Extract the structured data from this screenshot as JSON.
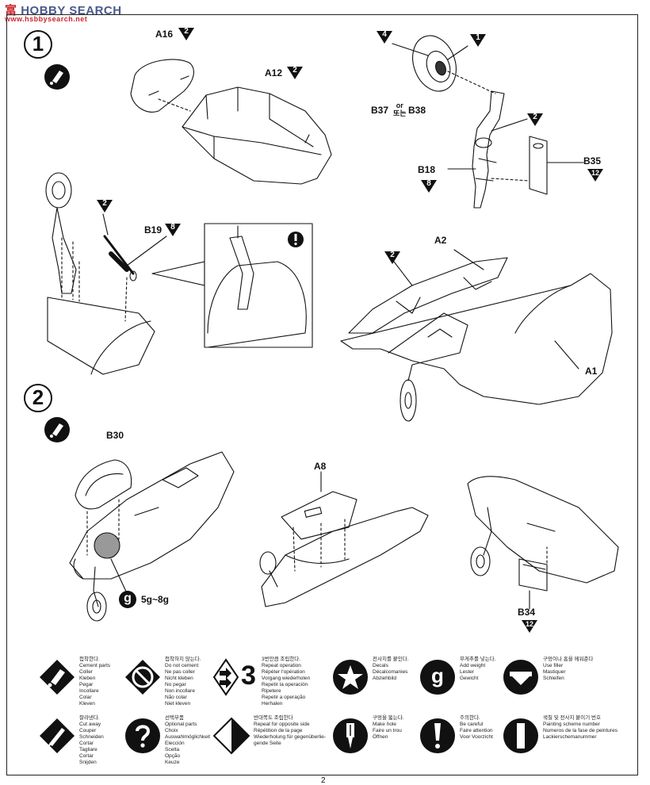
{
  "watermark": {
    "cn": "富",
    "en": "HOBBY SEARCH",
    "url": "www.hsbbysearch.net"
  },
  "steps": [
    {
      "number": "1"
    },
    {
      "number": "2"
    }
  ],
  "parts": {
    "a16": "A16",
    "a16_qty": "2",
    "a12": "A12",
    "a12_qty": "2",
    "b37": "B37",
    "or_en": "or",
    "or_kr": "또는",
    "b38": "B38",
    "qty4": "4",
    "qty1": "1",
    "b18": "B18",
    "b18_qty": "8",
    "b35": "B35",
    "b35_qty": "12",
    "wheel_qty": "2",
    "strut_qty": "2",
    "b19": "B19",
    "b19_qty": "8",
    "a2": "A2",
    "a2_qty": "2",
    "a1": "A1",
    "b30": "B30",
    "weight_badge": "g",
    "weight_range": "5g~8g",
    "a8": "A8",
    "b34": "B34",
    "b34_qty": "12"
  },
  "legend": [
    {
      "icon": "cement-icon",
      "text": "접착한다.\nCement parts\nColler\nKleben\nPegar\nIncollare\nColar\nKleven"
    },
    {
      "icon": "no-cement-icon",
      "text": "접착하지 않는다.\nDo not cement\nNe pas coller\nNicht kleben\nNo pegar\nNon incollare\nNão colar\nNiet kleven"
    },
    {
      "icon": "repeat-icon",
      "number": "3",
      "text": "3번만큼 조립한다.\nRepeat operation\nRépéter l'opération\nVorgang wiederholen\nRepetir la operación\nRipetere\nRepetir a operação\nHerhalen"
    },
    {
      "icon": "decal-star-icon",
      "text": "전사지를 붙인다.\nDecals\nDécalcomanies\nAbziehbild"
    },
    {
      "icon": "weight-g-icon",
      "letter": "g",
      "text": "무게추를 넣는다.\nAdd weight\nLester\nGewicht"
    },
    {
      "icon": "filler-icon",
      "text": "구멍이나 홈을 메워준다\nUse filler\nMastiquer\nSchleifen"
    },
    {
      "icon": "cut-knife-icon",
      "text": "잘라낸다.\nCut away\nCouper\nSchneiden\nCortar\nTagliare\nCortar\nSnijden"
    },
    {
      "icon": "optional-question-icon",
      "text": "선택부품\nOptional parts\nChoix\nAuswahlmöglichkeit\nElección\nScelta\nOpção\nKeuze"
    },
    {
      "icon": "opposite-side-icon",
      "text": "반대쪽도 조립한다\nRepeat for opposite side\nRépétition de la page\nWiederholung für gegenüberlie-\ngende Seite"
    },
    {
      "icon": "drill-hole-icon",
      "text": "구멍을 뚫는다.\nMake hole\nFaire un trou\nÖffnen"
    },
    {
      "icon": "careful-exclaim-icon",
      "text": "주의한다.\nBe careful\nFaire attention\nVoor Voorzicht"
    },
    {
      "icon": "scheme-bar-icon",
      "text": "색칠 및 전사지 붙이기 번호\nPainting scheme number\nNumeros de la fase de peintures\nLackierschemanummer"
    }
  ],
  "page_number": "2"
}
